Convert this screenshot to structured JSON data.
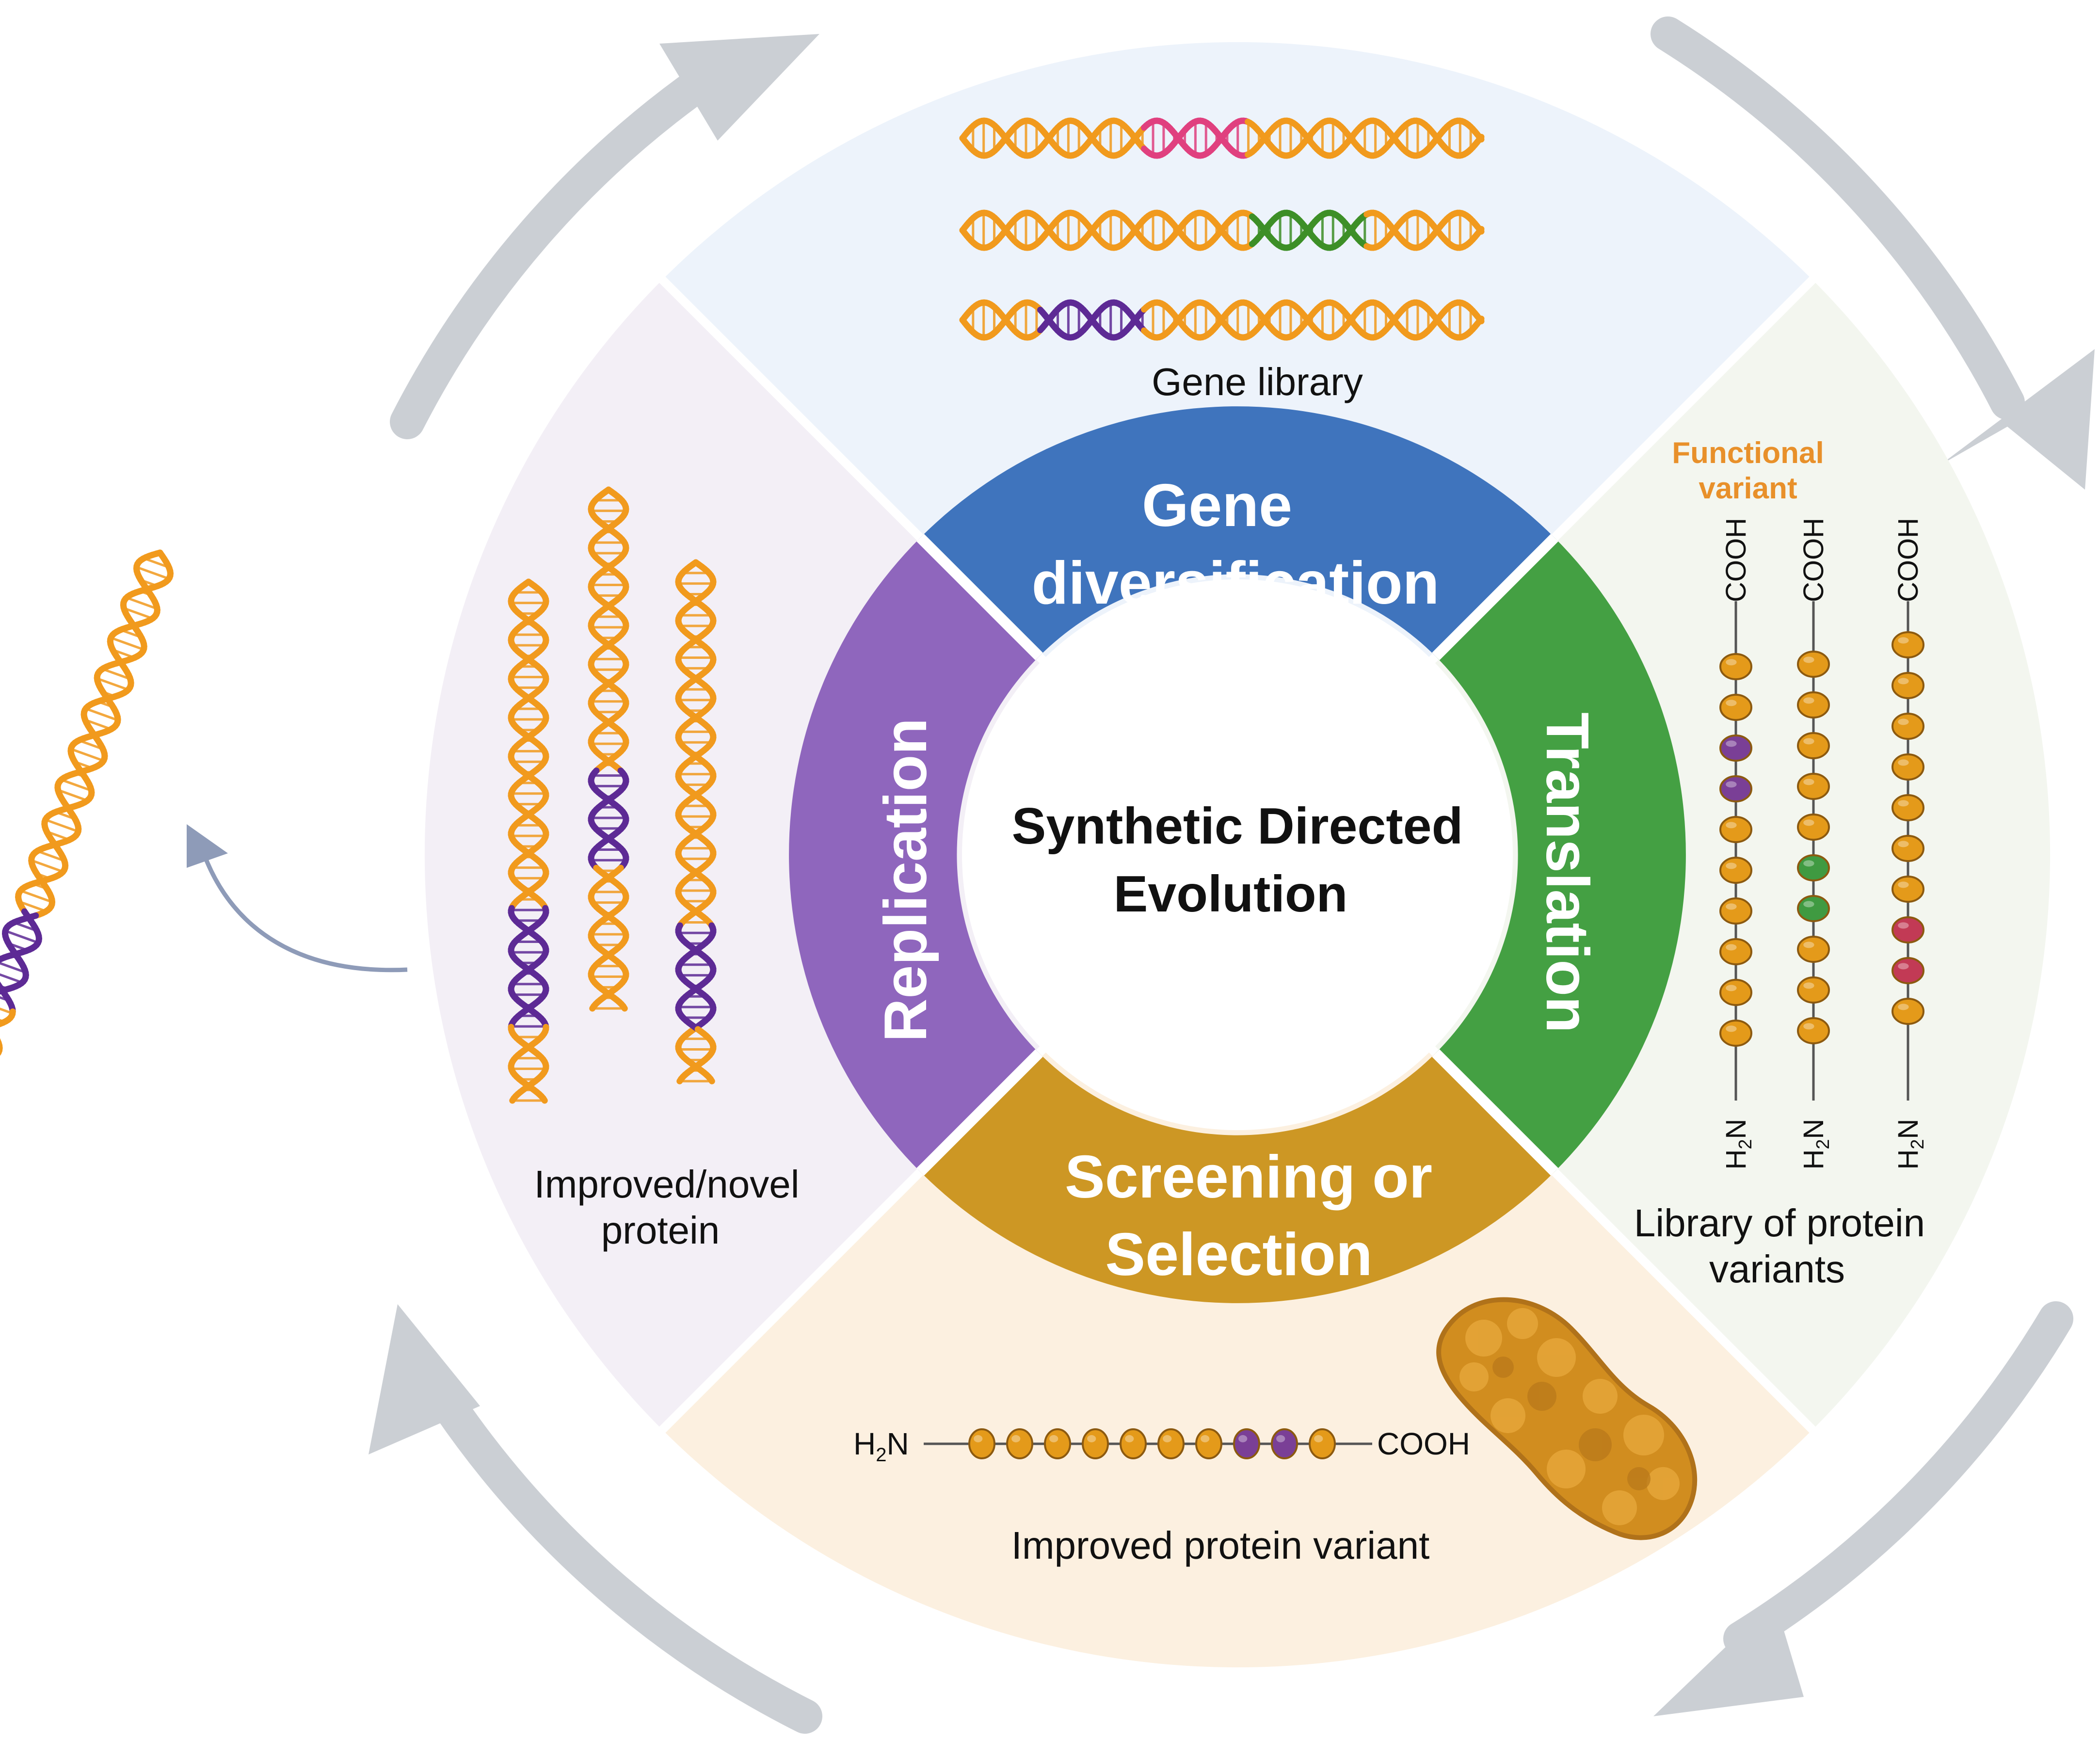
{
  "center": {
    "line1": "Synthetic Directed",
    "line2": "Evolution"
  },
  "stages": {
    "gene_diversification": {
      "line1": "Gene",
      "line2": "diversification",
      "color": "#3f74bd"
    },
    "translation": {
      "label": "Translation",
      "color": "#44a043"
    },
    "screening": {
      "line1": "Screening or",
      "line2": "Selection",
      "color": "#cd9724"
    },
    "replication": {
      "label": "Replication",
      "color": "#8f66bd"
    }
  },
  "quadrants": {
    "top": {
      "caption": "Gene library",
      "fill": "#edf3fb"
    },
    "right": {
      "caption_line1": "Library of protein",
      "caption_line2": "variants",
      "fill": "#f3f6ef"
    },
    "bottom": {
      "caption": "Improved protein variant",
      "fill": "#fcf0e0"
    },
    "left": {
      "caption_line1": "Improved/novel",
      "caption_line2": "protein",
      "fill": "#f3eff6"
    }
  },
  "protein_labels": {
    "functional_line1": "Functional",
    "functional_line2": "variant",
    "cooh": "COOH",
    "h2n_h": "H",
    "h2n_sub": "2",
    "h2n_n": "N"
  },
  "colors": {
    "dna": "#f19a1d",
    "dna_pink": "#e0407f",
    "dna_green": "#3d8f27",
    "dna_purple": "#5d2a95",
    "bead_orange": "#e49a1a",
    "bead_purple": "#7a3f96",
    "bead_green": "#3f9a41",
    "bead_red": "#c23a55",
    "functional_text": "#e8902a",
    "cycle_arrow": "#cbcfd4",
    "small_arrow": "#8e9bb8"
  },
  "icons": [
    "dna-helix-icon",
    "protein-bead-chain-icon",
    "folded-protein-icon",
    "cycle-arrow-icon"
  ]
}
